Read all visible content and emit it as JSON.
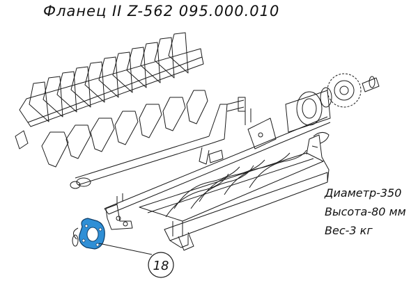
{
  "title": "Фланец II Z-562 095.000.010",
  "specs": {
    "diameter": "Диаметр-350",
    "height": "Высота-80 мм",
    "weight": "Вес-3 кг"
  },
  "callout": {
    "number": "18"
  },
  "colors": {
    "line": "#1a1a1a",
    "highlight": "#2f8fd6",
    "background": "#ffffff"
  }
}
